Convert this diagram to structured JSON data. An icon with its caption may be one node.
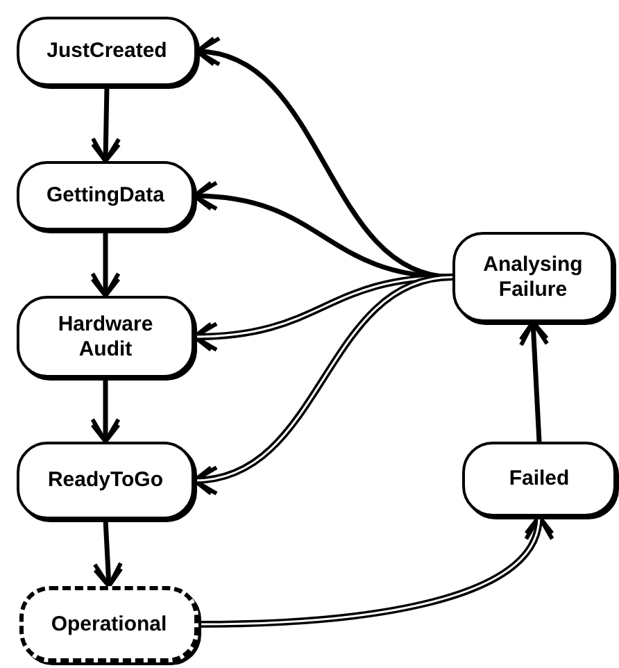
{
  "diagram": {
    "nodes": [
      {
        "text": [
          "JustCreated"
        ]
      },
      {
        "text": [
          "GettingData"
        ]
      },
      {
        "text": [
          "Hardware Audit"
        ]
      },
      {
        "text": [
          "ReadyToGo"
        ]
      },
      {
        "text": [
          "Operational"
        ]
      },
      {
        "text": [
          "Analysing Failure"
        ]
      },
      {
        "text": [
          "Failed"
        ]
      }
    ],
    "edges": [
      {
        "from": 0,
        "to": 1,
        "arrow": "to"
      },
      {
        "from": 1,
        "to": 2,
        "arrow": "to"
      },
      {
        "from": 2,
        "to": 3,
        "arrow": "to"
      },
      {
        "from": 3,
        "to": 4,
        "arrow": "to"
      },
      {
        "from": 5,
        "to": 0,
        "arrow": "to"
      },
      {
        "from": 5,
        "to": 1,
        "arrow": "to"
      },
      {
        "from": 5,
        "to": 2,
        "arrow": "to"
      },
      {
        "from": 5,
        "to": 3,
        "arrow": "to"
      },
      {
        "from": 4,
        "to": 6,
        "arrow": "to"
      },
      {
        "from": 6,
        "to": 5,
        "arrow": "to"
      }
    ]
  }
}
